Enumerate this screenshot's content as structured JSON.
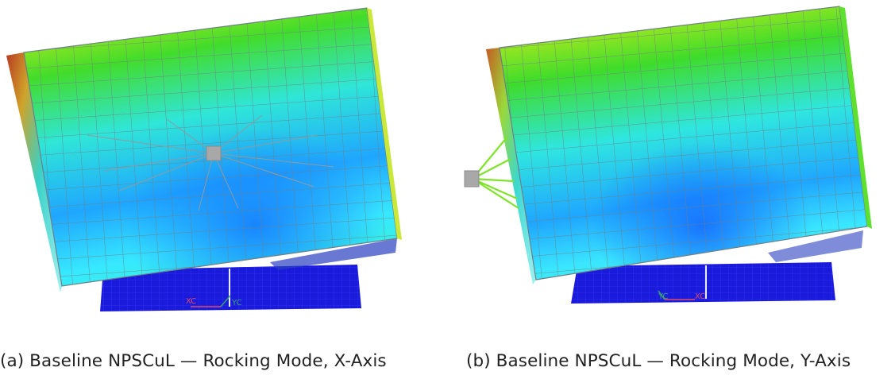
{
  "panels": [
    {
      "caption": "(a) Baseline NPSCuL — Rocking Mode, X-Axis",
      "axis_triad": [
        "XC",
        "YC"
      ]
    },
    {
      "caption": "(b) Baseline NPSCuL — Rocking Mode, Y-Axis",
      "axis_triad": [
        "YC",
        "XC"
      ]
    }
  ],
  "colors": {
    "mesh_line": "#6f7f88",
    "base_blue": "#1a1adb",
    "contour_low": "#1f9bff",
    "contour_mid": "#2ee2ff",
    "contour_green": "#39d81a",
    "contour_high": "#e6f21b",
    "edge_red": "#c0392b",
    "connector": "#7fe32a",
    "node_gray": "#a8a8a8"
  }
}
